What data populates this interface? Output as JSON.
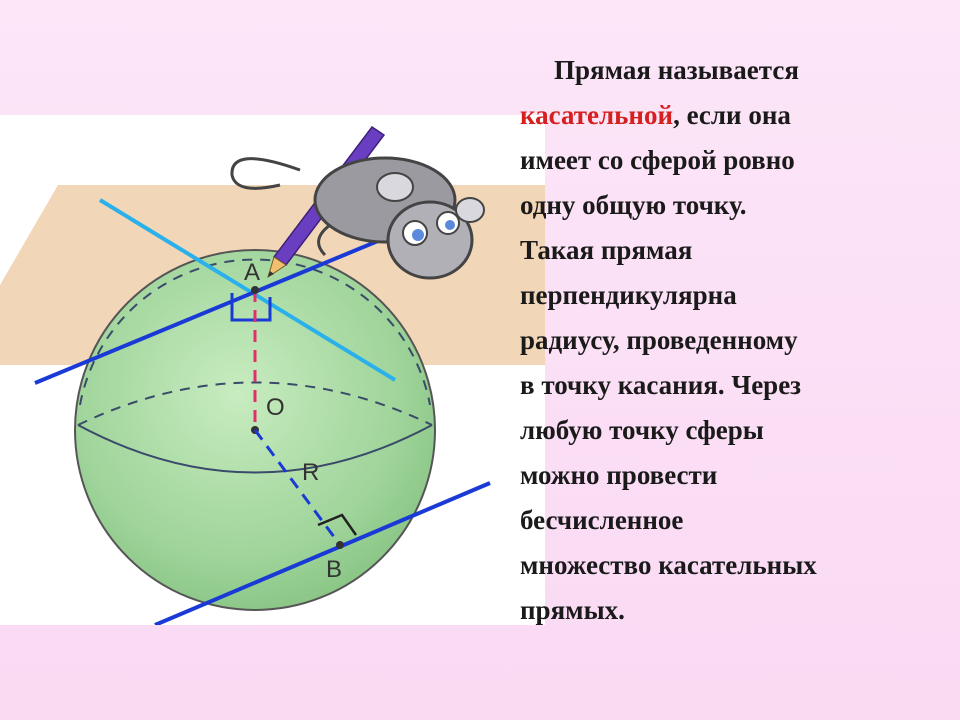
{
  "slide": {
    "text": {
      "line1": "Прямая называется",
      "line2_accent": "касательной",
      "line2_rest": ", если она",
      "line3": "имеет со сферой ровно",
      "line4": "одну общую точку.",
      "line5": "Такая прямая",
      "line6": "перпендикулярна",
      "line7": "радиусу, проведенному",
      "line8": "в точку касания. Через",
      "line9": "любую точку сферы",
      "line10": "можно провести",
      "line11": "бесчисленное",
      "line12": "множество касательных",
      "line13": "прямых."
    },
    "figure": {
      "label_a": "A",
      "label_o": "O",
      "label_r": "R",
      "label_b": "B"
    },
    "colors": {
      "background": "#fbe0f6",
      "accent_text": "#d61f1f",
      "sphere": "#9fd49a",
      "plane": "#f2d6b8",
      "tangent_line": "#1a3ad6",
      "tangent_line_light": "#2ab0ea",
      "radius_dashed": "#e0306a",
      "pencil": "#6a3ec0"
    }
  }
}
